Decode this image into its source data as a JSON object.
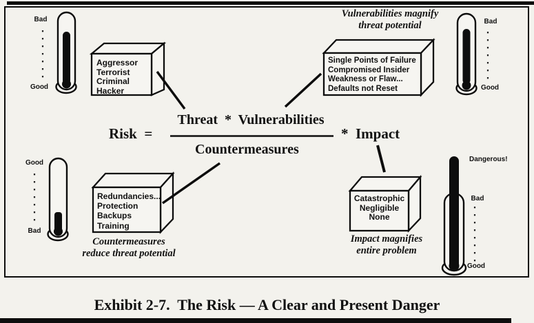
{
  "equation": {
    "lhs": "Risk  =",
    "numerator": "Threat  *  Vulnerabilities",
    "denominator": "Countermeasures",
    "rhs": "*  Impact"
  },
  "threat_box": {
    "lines": [
      "Aggressor",
      "Terrorist",
      "Criminal",
      "Hacker"
    ]
  },
  "vulnerability_box": {
    "lines": [
      "Single Points of Failure",
      "Compromised Insider",
      "Weakness or Flaw...",
      "Defaults not Reset"
    ]
  },
  "countermeasures_box": {
    "lines": [
      "Redundancies...",
      "Protection",
      "Backups",
      "Training"
    ]
  },
  "impact_box": {
    "lines": [
      "Catastrophic",
      "Negligible",
      "None"
    ]
  },
  "captions": {
    "vulnerabilities": {
      "line1": "Vulnerabilities magnify",
      "line2": "threat potential"
    },
    "countermeasures": {
      "line1": "Countermeasures",
      "line2": "reduce threat potential"
    },
    "impact": {
      "line1": "Impact magnifies",
      "line2": "entire problem"
    }
  },
  "thermometers": {
    "top_left": {
      "top": "Bad",
      "bottom": "Good"
    },
    "top_right": {
      "top": "Bad",
      "bottom": "Good"
    },
    "bottom_left": {
      "top": "Good",
      "bottom": "Bad"
    },
    "bottom_right": {
      "alert": "Dangerous!",
      "top": "Bad",
      "bottom": "Good"
    }
  },
  "exhibit_caption": "Exhibit 2-7.  The Risk — A Clear and Present Danger",
  "colors": {
    "ink": "#111111",
    "paper": "#f3f2ed",
    "face": "#f6f5f1"
  }
}
